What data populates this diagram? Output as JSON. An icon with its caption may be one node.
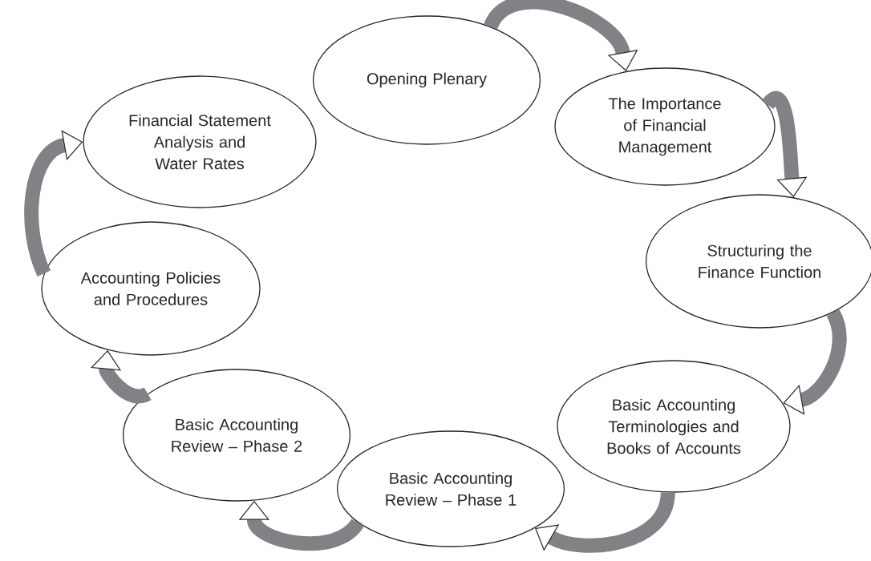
{
  "diagram": {
    "nodes": [
      {
        "text": [
          "Opening Plenary"
        ]
      },
      {
        "text": [
          "The Importance of Financial Management"
        ]
      },
      {
        "text": [
          "Structuring the Finance Function"
        ]
      },
      {
        "text": [
          "Basic Accounting Terminologies and Books of Accounts"
        ]
      },
      {
        "text": [
          "Basic Accounting Review – Phase 1"
        ]
      },
      {
        "text": [
          "Basic Accounting Review – Phase 2"
        ]
      },
      {
        "text": [
          "Accounting Policies and Procedures"
        ]
      },
      {
        "text": [
          "Financial Statement Analysis and Water Rates"
        ]
      }
    ],
    "edges": [
      {
        "from": 0,
        "to": 1,
        "arrow": "to"
      },
      {
        "from": 1,
        "to": 2,
        "arrow": "to"
      },
      {
        "from": 2,
        "to": 3,
        "arrow": "to"
      },
      {
        "from": 3,
        "to": 4,
        "arrow": "to"
      },
      {
        "from": 4,
        "to": 5,
        "arrow": "to"
      },
      {
        "from": 5,
        "to": 6,
        "arrow": "to"
      },
      {
        "from": 6,
        "to": 7,
        "arrow": "to"
      }
    ]
  }
}
